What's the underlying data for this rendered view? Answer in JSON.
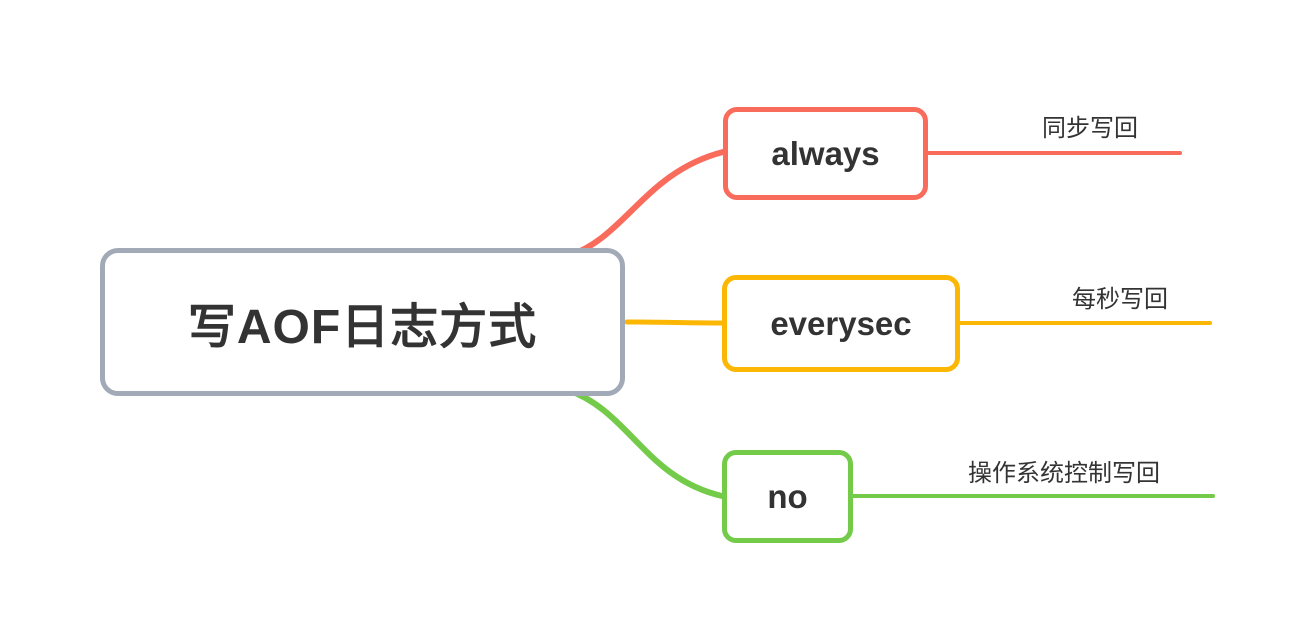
{
  "root": {
    "label": "写AOF日志方式",
    "border_color": "#a2aab8"
  },
  "branches": [
    {
      "label": "always",
      "annotation": "同步写回",
      "color": "#f96b5b"
    },
    {
      "label": "everysec",
      "annotation": "每秒写回",
      "color": "#fbb703"
    },
    {
      "label": "no",
      "annotation": "操作系统控制写回",
      "color": "#73cb49"
    }
  ],
  "colors": {
    "background": "#ffffff",
    "text": "#333333",
    "root_border": "#a2aab8",
    "branch_always": "#f96b5b",
    "branch_everysec": "#fbb703",
    "branch_no": "#73cb49"
  }
}
